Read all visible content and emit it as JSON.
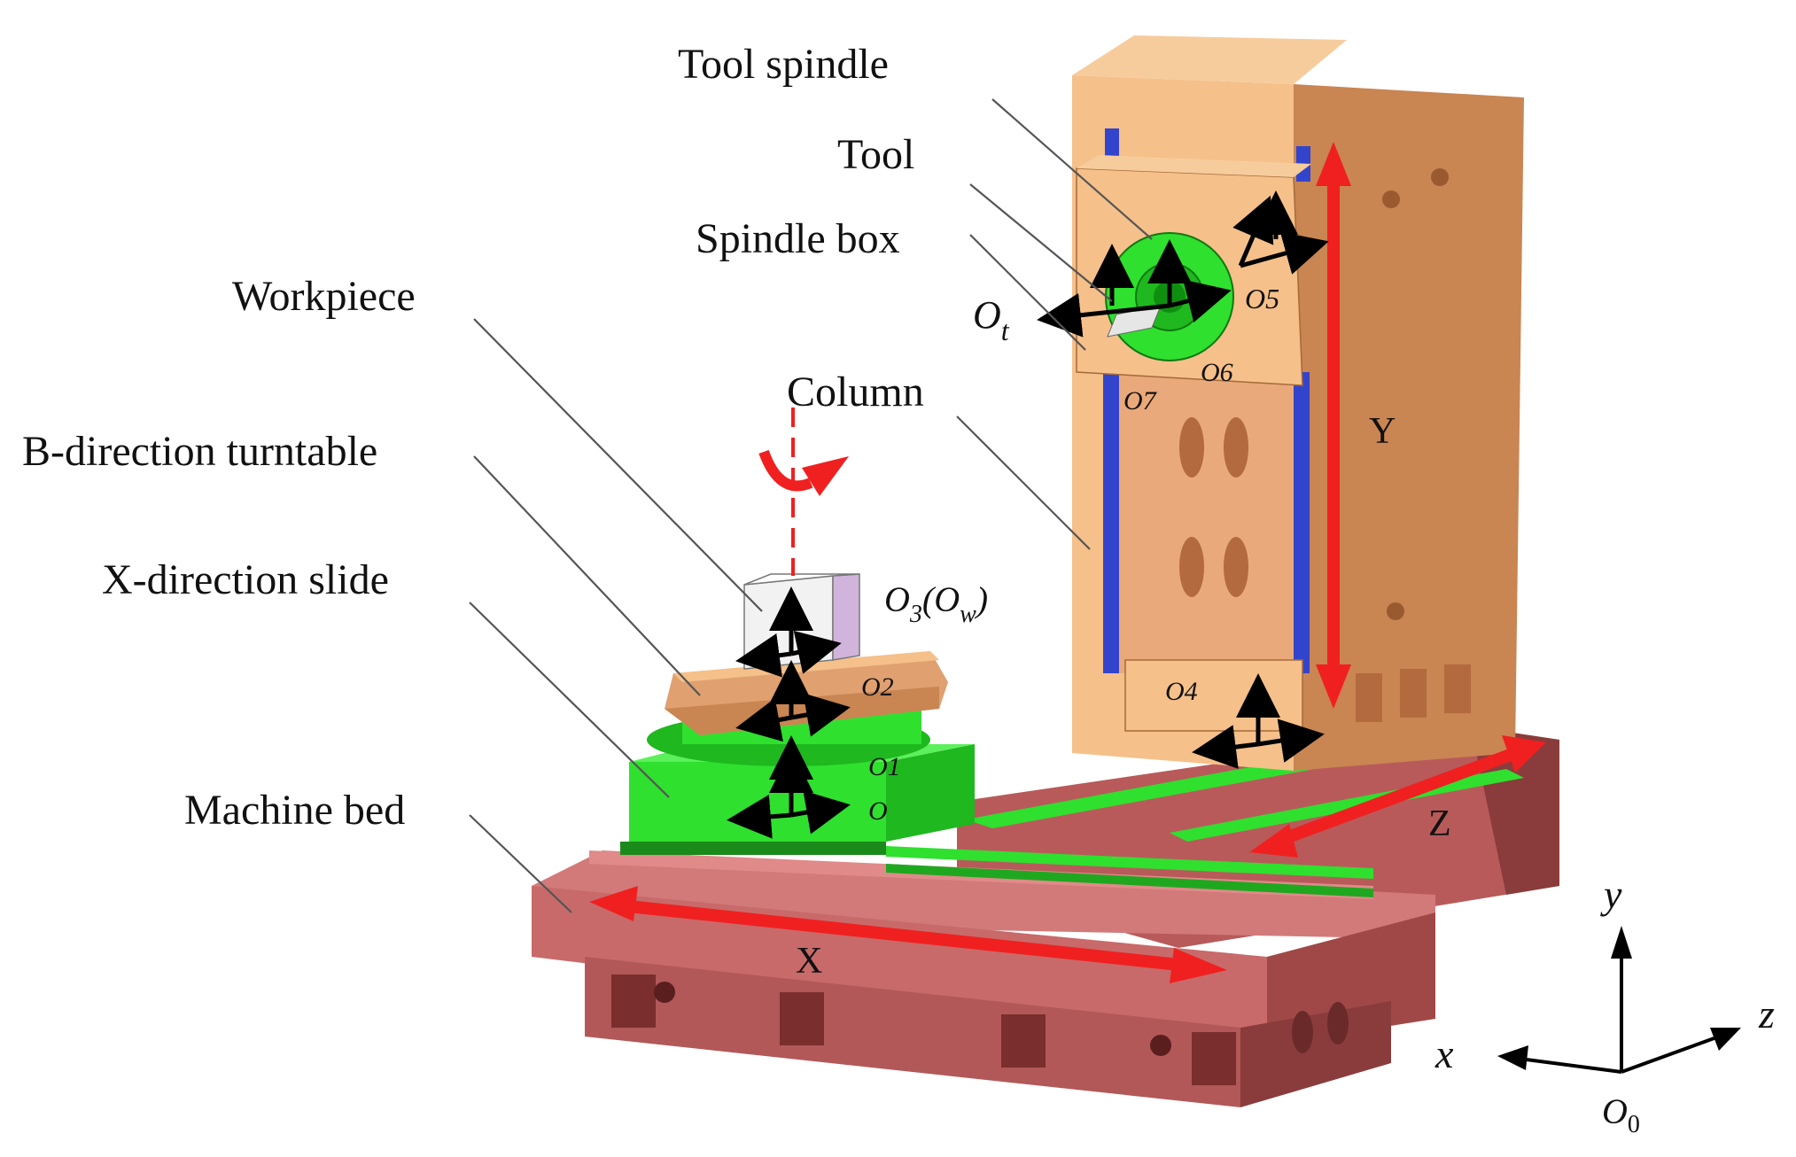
{
  "labels": {
    "tool_spindle": "Tool spindle",
    "tool": "Tool",
    "spindle_box": "Spindle box",
    "workpiece": "Workpiece",
    "column": "Column",
    "b_turntable": "B-direction turntable",
    "x_slide": "X-direction slide",
    "machine_bed": "Machine bed"
  },
  "axes": {
    "X": "X",
    "Y": "Y",
    "Z": "Z"
  },
  "frames": {
    "ot_base": "O",
    "ot_sub": "t",
    "o3_base": "O",
    "o3_sub": "3",
    "o3_paren_open": "(",
    "ow_base": "O",
    "ow_sub": "w",
    "o3_paren_close": ")",
    "o5": "O5",
    "o6": "O6",
    "o7": "O7",
    "o4": "O4",
    "o2": "O2",
    "o1": "O1",
    "o0": "O"
  },
  "coord": {
    "x": "x",
    "y": "y",
    "z": "z",
    "origin_base": "O",
    "origin_sub": "0"
  },
  "colors": {
    "bed": "#c86a6a",
    "bed_dark": "#8a3c3c",
    "column": "#f5c08a",
    "column_side": "#c98552",
    "slide": "#2fe02f",
    "rail_blue": "#3344cc",
    "arrow_red": "#f02020"
  }
}
